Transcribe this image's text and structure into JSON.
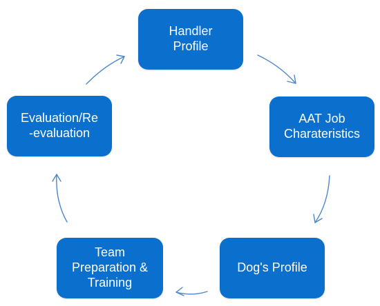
{
  "nodes": {
    "handler_profile": "Handler\nProfile",
    "aat_job": "AAT Job\nCharateristics",
    "dogs_profile": "Dog's Profile",
    "team_prep": "Team\nPreparation &\nTraining",
    "evaluation": "Evaluation/Re\n-evaluation"
  },
  "colors": {
    "node_fill": "#0b6fce",
    "node_text": "#ffffff",
    "arrow": "#4a86c8"
  }
}
